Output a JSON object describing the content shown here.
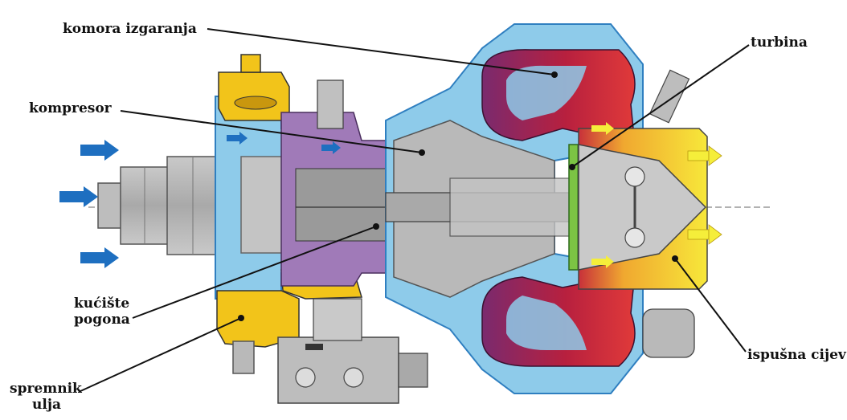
{
  "labels": {
    "komora": "komora izgaranja",
    "kompresor": "kompresor",
    "turbina": "turbina",
    "kuciste_line1": "kućište",
    "kuciste_line2": "pogona",
    "ispusna": "ispušna cijev",
    "spremnik_line1": "spremnik",
    "spremnik_line2": "ulja"
  },
  "colors": {
    "casing_blue": "#8ecbea",
    "casing_blue_dark": "#2f7fc0",
    "body_gray": "#b8b8b8",
    "body_gray_dark": "#7a7a7a",
    "oil_yellow": "#f2c41a",
    "gearbox_purple": "#a07ab8",
    "combustion_red": "#c8203a",
    "combustion_purple": "#7a2a6e",
    "exhaust_yellow": "#f7e23a",
    "exhaust_orange": "#f0a830",
    "turbine_green": "#7cc444",
    "arrow_blue": "#1e6fc0",
    "arrow_yellow": "#f5ee3a",
    "arrow_orange": "#e0602a",
    "leader_line": "#111111"
  }
}
